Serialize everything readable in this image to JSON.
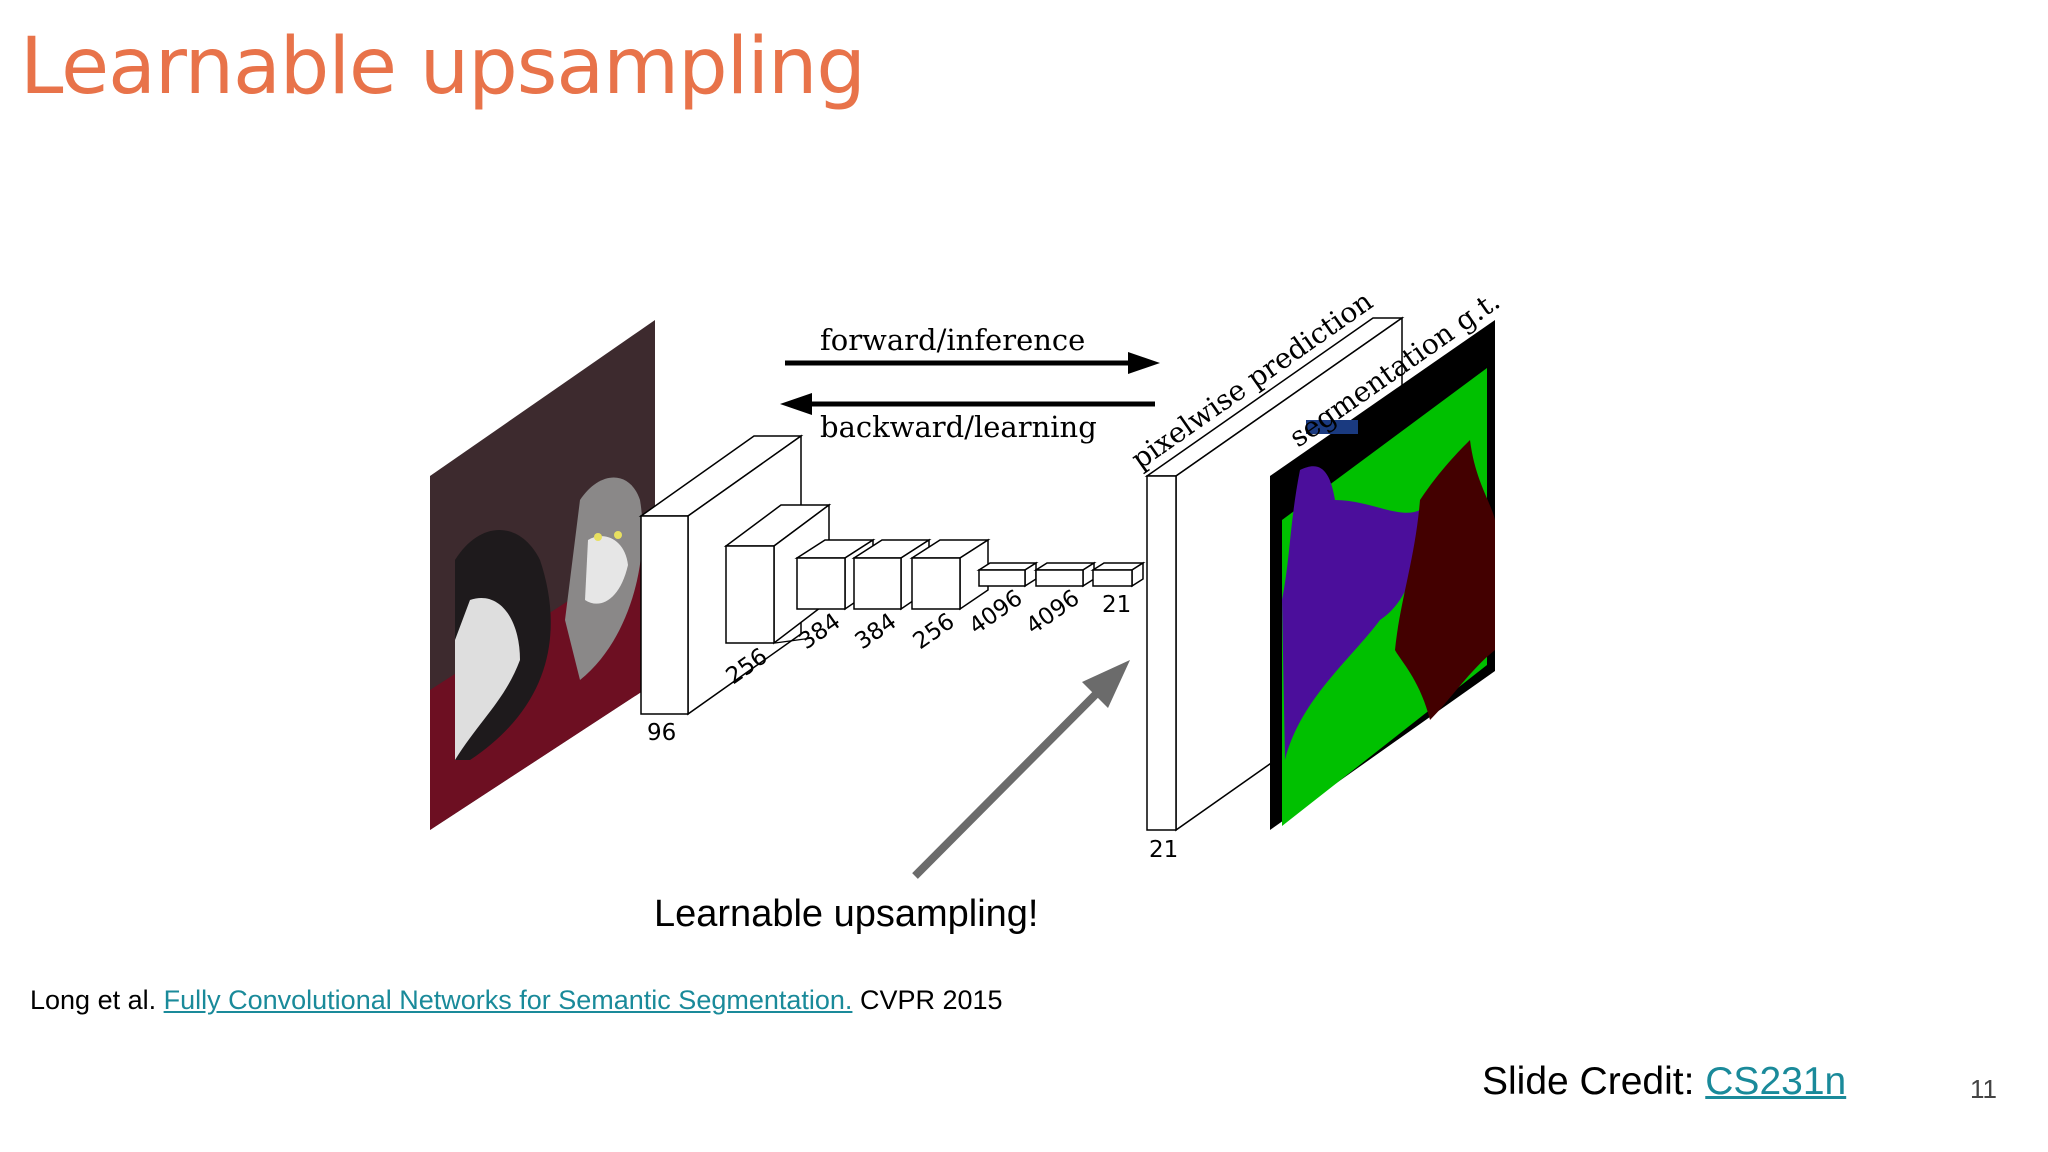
{
  "slide": {
    "title": "Learnable upsampling",
    "page_number": "11"
  },
  "figure": {
    "arrow_forward_label": "forward/inference",
    "arrow_backward_label": "backward/learning",
    "output_label": "pixelwise prediction",
    "gt_label": "segmentation g.t.",
    "layer_labels": {
      "l96": "96",
      "l256a": "256",
      "l384a": "384",
      "l384b": "384",
      "l256b": "256",
      "l4096a": "4096",
      "l4096b": "4096",
      "l21a": "21",
      "l21b": "21"
    },
    "caption": "Learnable upsampling!"
  },
  "citation": {
    "prefix": "Long et al. ",
    "link_text": "Fully Convolutional Networks for Semantic Segmentation.",
    "suffix": " CVPR 2015"
  },
  "credit": {
    "prefix": "Slide Credit: ",
    "link_text": "CS231n"
  },
  "colors": {
    "title": "#e8734a",
    "link": "#1a8a9a",
    "arrow_gray": "#6b6b6b",
    "seg_green": "#00c000",
    "seg_purple": "#4b0e9b",
    "seg_darkred": "#430000",
    "photo_red": "#6d0f22"
  }
}
